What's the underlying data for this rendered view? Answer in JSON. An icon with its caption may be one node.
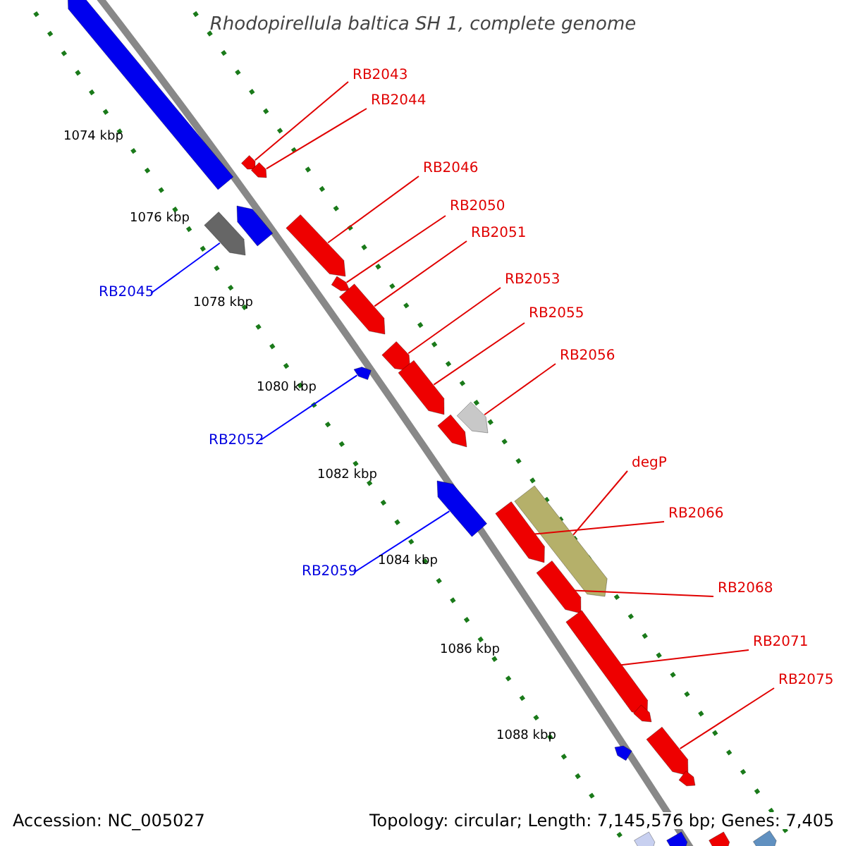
{
  "diagram": {
    "title": "Rhodopirellula baltica SH 1, complete genome",
    "nodes": [
      {
        "text": [
          "RB2043"
        ]
      },
      {
        "text": [
          "RB2044"
        ]
      },
      {
        "text": [
          "RB2046"
        ]
      },
      {
        "text": [
          "RB2050"
        ]
      },
      {
        "text": [
          "RB2051"
        ]
      },
      {
        "text": [
          "RB2053"
        ]
      },
      {
        "text": [
          "RB2045"
        ]
      },
      {
        "text": [
          "RB2055"
        ]
      },
      {
        "text": [
          "RB2056"
        ]
      },
      {
        "text": [
          "RB2052"
        ]
      },
      {
        "text": [
          "degP"
        ]
      },
      {
        "text": [
          "RB2066"
        ]
      },
      {
        "text": [
          "RB2059"
        ]
      },
      {
        "text": [
          "RB2068"
        ]
      },
      {
        "text": [
          "RB2071"
        ]
      },
      {
        "text": [
          "RB2075"
        ]
      },
      {
        "text": [],
        "shape": "arrow"
      },
      {
        "text": [],
        "shape": "arrow"
      },
      {
        "text": [],
        "shape": "arrow"
      },
      {
        "text": [],
        "shape": "arrow"
      },
      {
        "text": [],
        "shape": "arrow"
      },
      {
        "text": [],
        "shape": "arrow"
      },
      {
        "text": [],
        "shape": "arrow"
      },
      {
        "text": [],
        "shape": "arrow"
      },
      {
        "text": [],
        "shape": "arrow"
      },
      {
        "text": [],
        "shape": "arrow"
      },
      {
        "text": [],
        "shape": "arrow"
      },
      {
        "text": [],
        "shape": "arrow"
      },
      {
        "text": [],
        "shape": "arrow"
      },
      {
        "text": [],
        "shape": "arrow"
      },
      {
        "text": [],
        "shape": "arrow"
      },
      {
        "text": [],
        "shape": "arrow"
      },
      {
        "text": [],
        "shape": "arrow"
      },
      {
        "text": [],
        "shape": "arrow"
      },
      {
        "text": [],
        "shape": "arrow"
      },
      {
        "text": [],
        "shape": "arrow"
      },
      {
        "text": [],
        "shape": "arrow"
      },
      {
        "text": [],
        "shape": "arrow"
      },
      {
        "text": [],
        "shape": "arrow"
      },
      {
        "text": [],
        "shape": "arrow"
      },
      {
        "text": [],
        "shape": "arrow"
      },
      {
        "text": [],
        "shape": "arrow"
      }
    ],
    "edges": [
      {
        "from": 0,
        "to": 16,
        "arrow": "none"
      },
      {
        "from": 1,
        "to": 17,
        "arrow": "none"
      },
      {
        "from": 2,
        "to": 18,
        "arrow": "none"
      },
      {
        "from": 3,
        "to": 19,
        "arrow": "none"
      },
      {
        "from": 4,
        "to": 20,
        "arrow": "none"
      },
      {
        "from": 5,
        "to": 21,
        "arrow": "none"
      },
      {
        "from": 6,
        "to": 22,
        "arrow": "none",
        "color": "#0000ff"
      },
      {
        "from": 7,
        "to": 23,
        "arrow": "none"
      },
      {
        "from": 8,
        "to": 24,
        "arrow": "none"
      },
      {
        "from": 9,
        "to": 25,
        "arrow": "none",
        "color": "#0000ff"
      },
      {
        "from": 10,
        "to": 26,
        "arrow": "none"
      },
      {
        "from": 11,
        "to": 27,
        "arrow": "none"
      },
      {
        "from": 12,
        "to": 28,
        "arrow": "none",
        "color": "#0000ff"
      },
      {
        "from": 13,
        "to": 29,
        "arrow": "none"
      },
      {
        "from": 14,
        "to": 30,
        "arrow": "none"
      },
      {
        "from": 15,
        "to": 31,
        "arrow": "none"
      }
    ],
    "labels": [
      "1074 kbp",
      "1076 kbp",
      "1078 kbp",
      "1080 kbp",
      "1082 kbp",
      "1084 kbp",
      "1086 kbp",
      "1088 kbp",
      "Accession: NC_005027",
      "Topology: circular; Length: 7,145,576 bp; Genes: 7,405"
    ]
  }
}
